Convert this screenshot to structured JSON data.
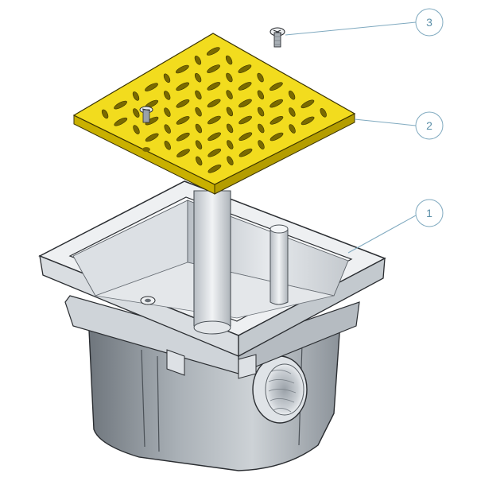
{
  "callouts": [
    {
      "number": "1",
      "part": "body"
    },
    {
      "number": "2",
      "part": "grate"
    },
    {
      "number": "3",
      "part": "screw"
    }
  ],
  "colors": {
    "grate": "#f2dc1e",
    "grate_edge": "#c9b000",
    "grate_hole": "#7a6a00",
    "body_light": "#e9ecef",
    "body_mid": "#c8cdd2",
    "body_dark": "#8e959c",
    "outline": "#2a2d31",
    "callout": "#7fa9bf"
  }
}
